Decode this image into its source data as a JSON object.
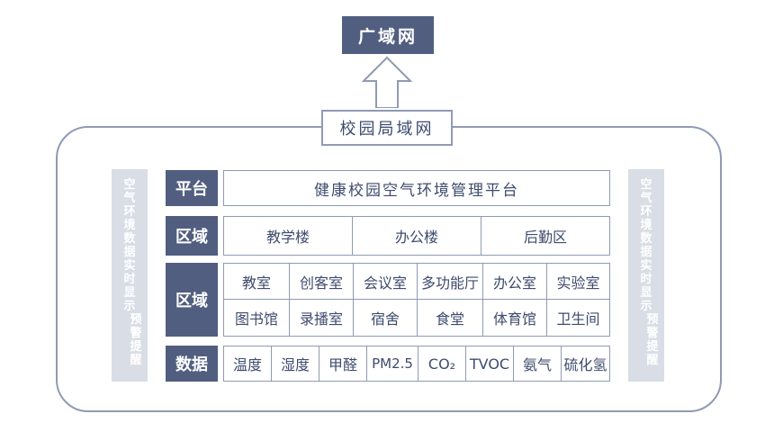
{
  "wan": "广域网",
  "lan": "校园局域网",
  "sidebar_left": [
    "空气环境数据实时显示",
    "预警提醒"
  ],
  "sidebar_right": [
    "空气环境数据实时显示",
    "预警提醒"
  ],
  "rows": {
    "platform": {
      "label": "平台",
      "items": [
        "健康校园空气环境管理平台"
      ]
    },
    "region": {
      "label": "区域",
      "items": [
        "教学楼",
        "办公楼",
        "后勤区"
      ]
    },
    "rooms": {
      "label": "区域",
      "items": [
        "教室",
        "创客室",
        "会议室",
        "多功能厅",
        "办公室",
        "实验室",
        "图书馆",
        "录播室",
        "宿舍",
        "食堂",
        "体育馆",
        "卫生间"
      ]
    },
    "data": {
      "label": "数据",
      "items": [
        "温度",
        "湿度",
        "甲醛",
        "PM2.5",
        "CO₂",
        "TVOC",
        "氨气",
        "硫化氢"
      ]
    }
  },
  "colors": {
    "dark": "#515e80",
    "border": "#8f9ab3",
    "sidebar": "#d9dde6"
  }
}
